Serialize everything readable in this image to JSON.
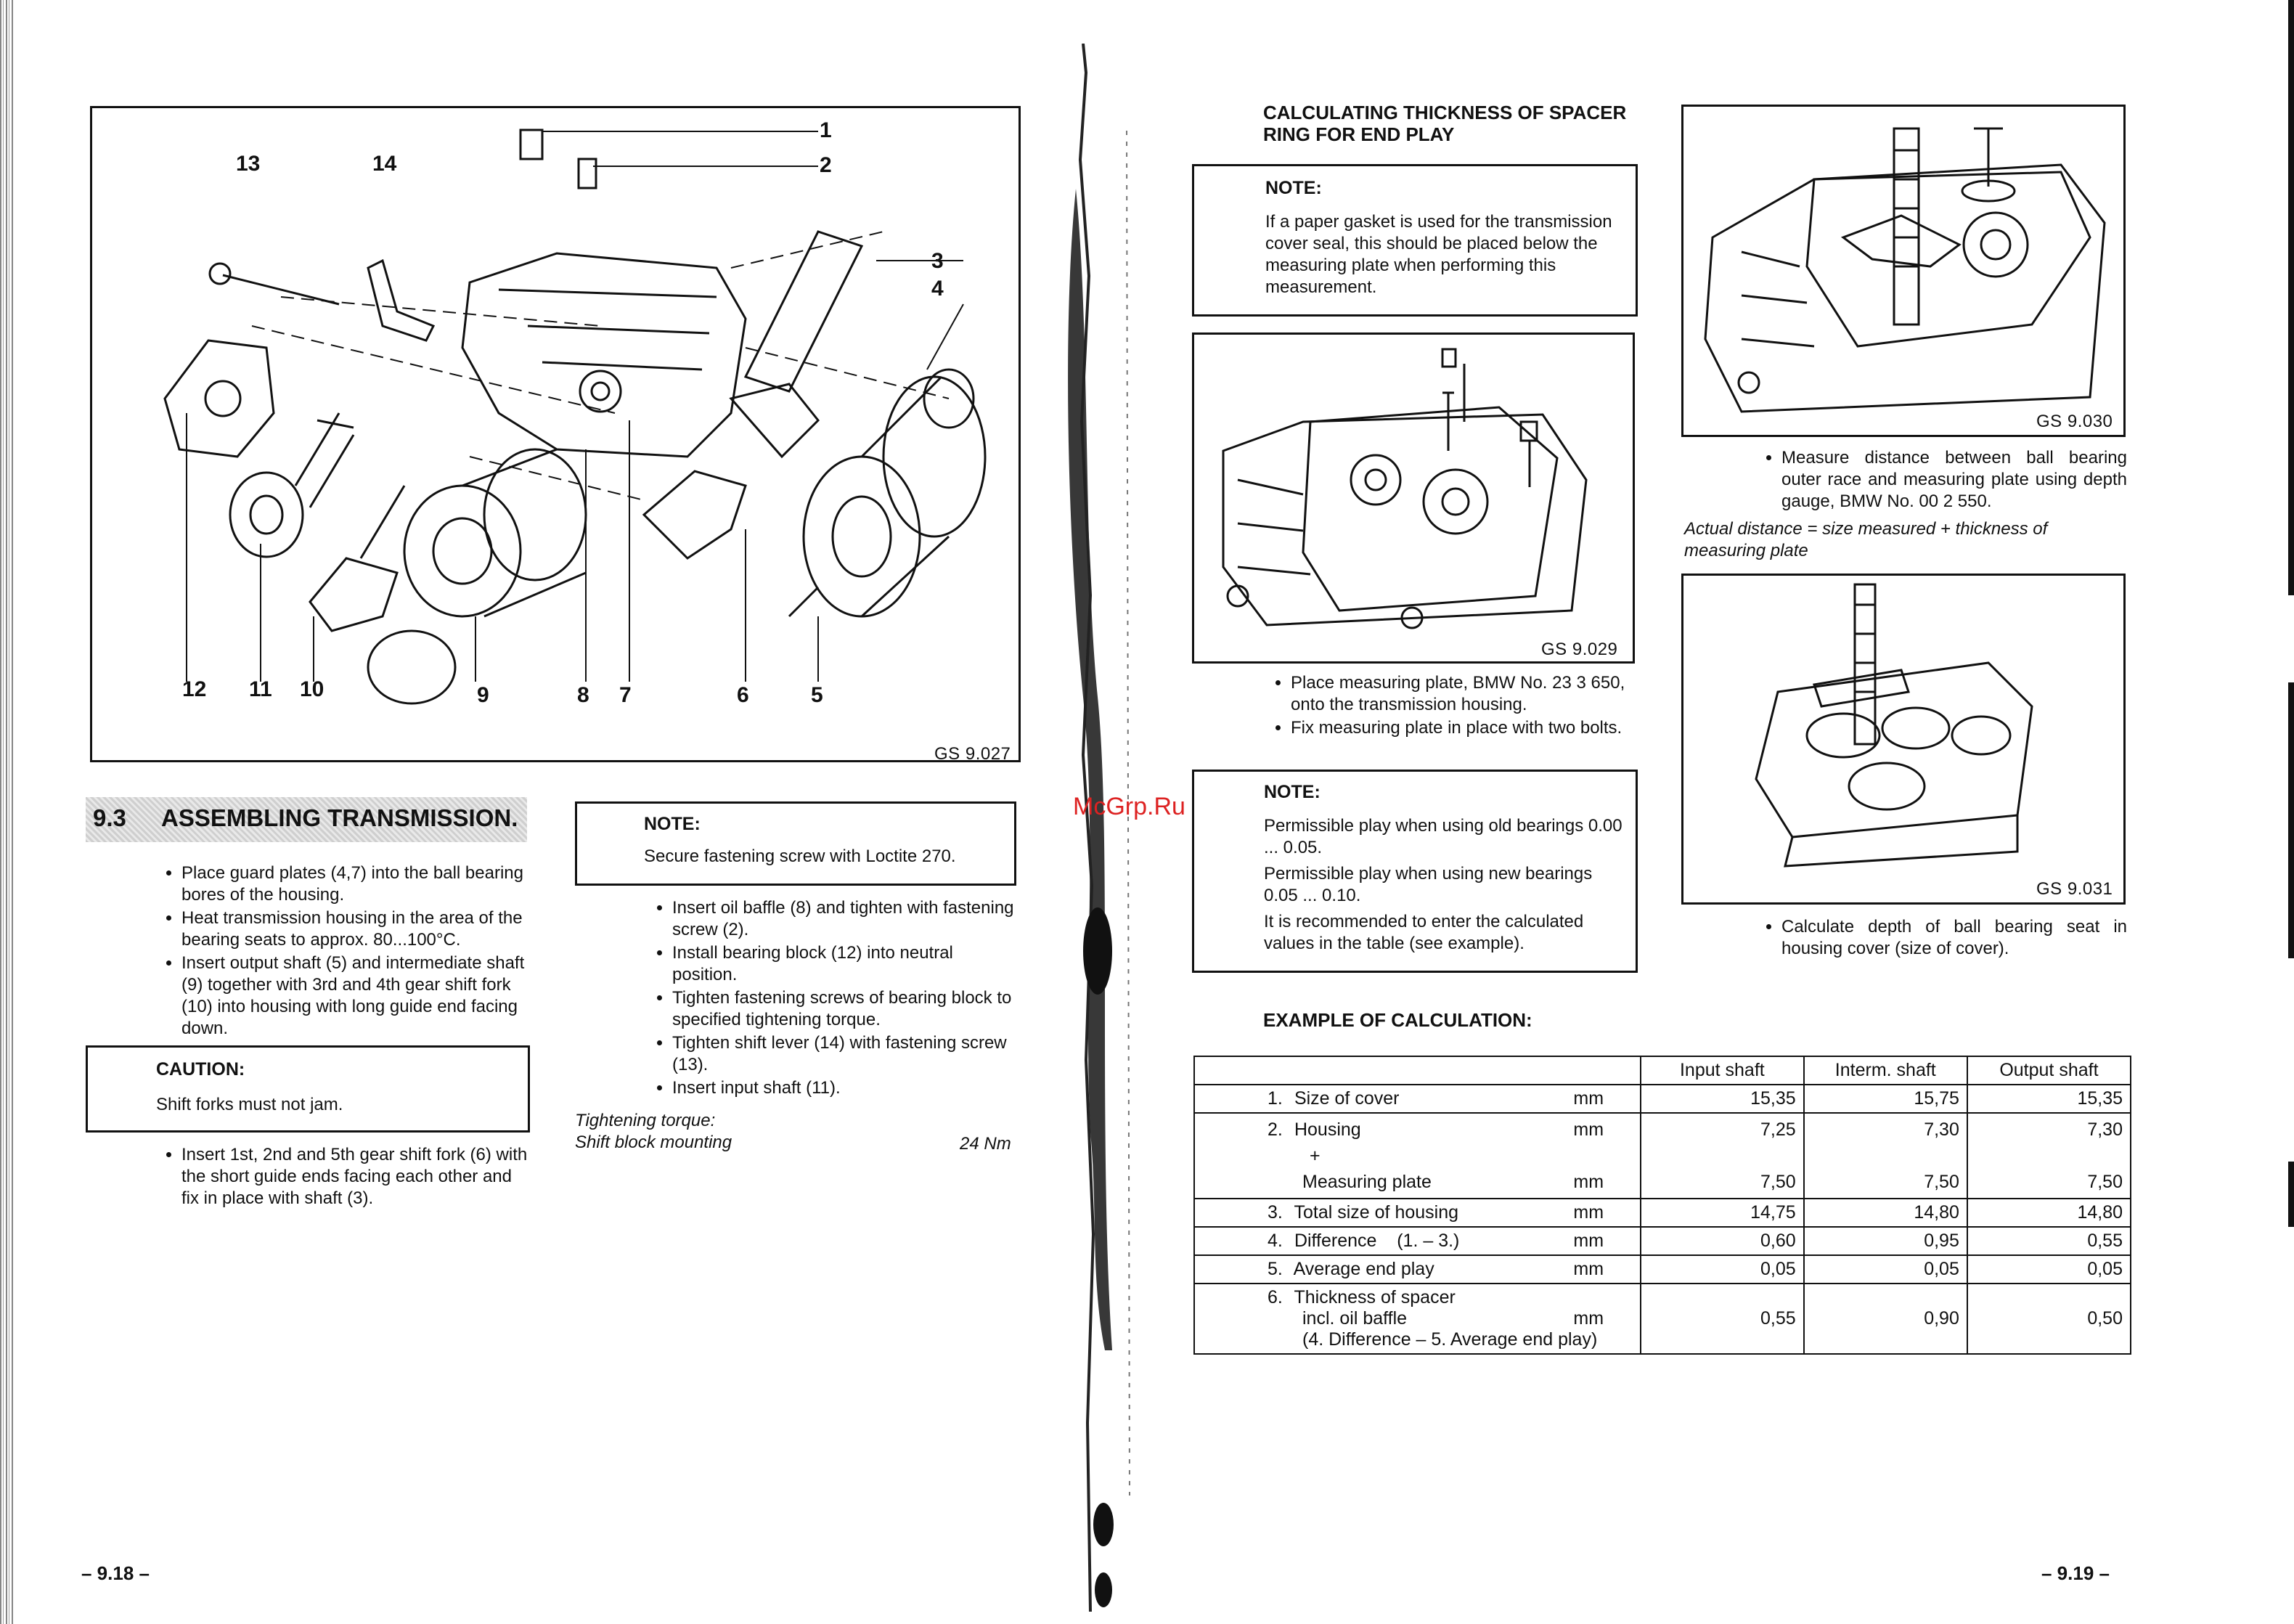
{
  "left_page": {
    "figure": {
      "ref": "GS 9.027",
      "callouts": [
        "1",
        "2",
        "3",
        "4",
        "5",
        "6",
        "7",
        "8",
        "9",
        "10",
        "11",
        "12",
        "13",
        "14"
      ]
    },
    "section": {
      "number": "9.3",
      "title": "ASSEMBLING TRANSMISSION."
    },
    "bullets_col1": [
      "Place guard plates (4,7) into the ball bearing bores of the housing.",
      "Heat transmission housing in the area of the bearing seats to approx. 80...100°C.",
      "Insert output shaft (5) and intermediate shaft (9) together with 3rd and 4th gear shift fork (10) into housing with long guide end facing down."
    ],
    "caution": {
      "title": "CAUTION:",
      "text": "Shift forks must not jam."
    },
    "bullets_col1b": [
      "Insert 1st, 2nd and 5th gear shift fork (6) with the short guide ends facing each other and fix in place with shaft (3)."
    ],
    "note": {
      "title": "NOTE:",
      "text": "Secure fastening screw with Loctite 270."
    },
    "bullets_col2": [
      "Insert oil baffle (8) and tighten with fastening screw (2).",
      "Install bearing block (12) into neutral position.",
      "Tighten fastening screws of bearing block to specified tightening torque.",
      "Tighten shift lever (14) with fastening screw (13).",
      "Insert input shaft (11)."
    ],
    "torque": {
      "label": "Tightening torque:",
      "item": "Shift block mounting",
      "value": "24 Nm"
    },
    "page_number": "– 9.18 –"
  },
  "right_page": {
    "heading": "CALCULATING THICKNESS OF SPACER RING FOR END PLAY",
    "note1": {
      "title": "NOTE:",
      "text": "If a paper gasket is used for the transmission cover seal, this should be placed below the measuring plate when performing this measurement."
    },
    "fig_029": "GS 9.029",
    "bullets_029": [
      "Place measuring plate, BMW No. 23 3 650, onto the transmission housing.",
      "Fix measuring plate in place with two bolts."
    ],
    "note2": {
      "title": "NOTE:",
      "lines": [
        "Permissible play when using old bearings 0.00 ... 0.05.",
        "Permissible play when using new bearings 0.05 ... 0.10.",
        "It is recommended to enter the calculated values in the table (see example)."
      ]
    },
    "fig_030": "GS 9.030",
    "bullet_030": "Measure distance between ball bearing outer race and measuring plate using depth gauge, BMW No. 00 2 550.",
    "italic_030": "Actual distance = size measured + thickness of measuring plate",
    "fig_031": "GS 9.031",
    "bullet_031": "Calculate depth of ball bearing seat in housing cover (size of cover).",
    "example_title": "EXAMPLE OF CALCULATION:",
    "table": {
      "headers": [
        "",
        "Input shaft",
        "Interm. shaft",
        "Output shaft"
      ],
      "unit": "mm",
      "rows": [
        {
          "n": "1.",
          "label": "Size of cover",
          "vals": [
            "15,35",
            "15,75",
            "15,35"
          ]
        },
        {
          "n": "2.",
          "label": "Housing",
          "plus": "+",
          "label2": "Measuring plate",
          "vals": [
            "7,25",
            "7,30",
            "7,30"
          ],
          "vals2": [
            "7,50",
            "7,50",
            "7,50"
          ]
        },
        {
          "n": "3.",
          "label": "Total size of housing",
          "vals": [
            "14,75",
            "14,80",
            "14,80"
          ]
        },
        {
          "n": "4.",
          "label": "Difference    (1. – 3.)",
          "vals": [
            "0,60",
            "0,95",
            "0,55"
          ]
        },
        {
          "n": "5.",
          "label": "Average end play",
          "vals": [
            "0,05",
            "0,05",
            "0,05"
          ]
        },
        {
          "n": "6.",
          "label": "Thickness of spacer",
          "label2": "incl. oil baffle",
          "label3": "(4. Difference – 5. Average end play)",
          "vals": [
            "0,55",
            "0,90",
            "0,50"
          ]
        }
      ]
    },
    "page_number": "– 9.19 –"
  },
  "watermark": "McGrp.Ru"
}
